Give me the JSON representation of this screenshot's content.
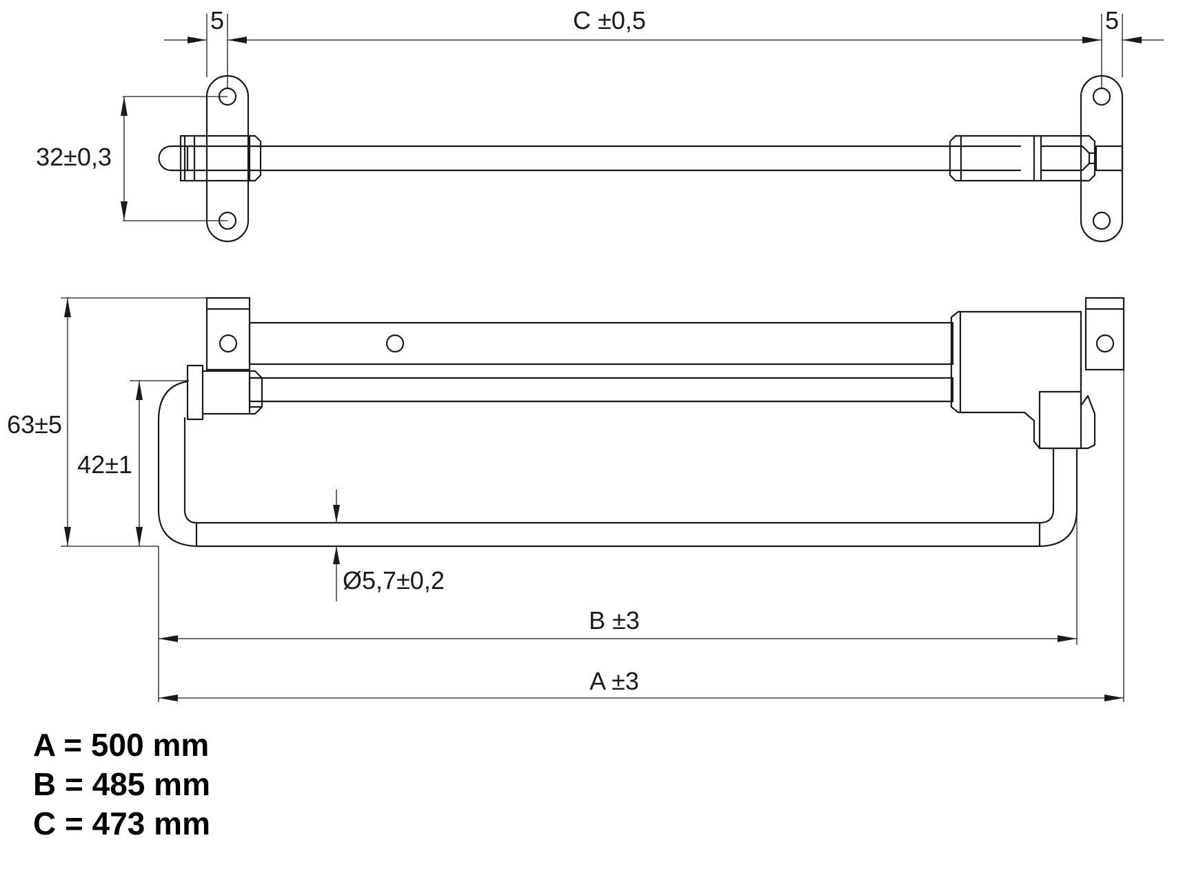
{
  "top_view": {
    "dim_left_offset": "5",
    "dim_right_offset": "5",
    "dim_c": "C ±0,5",
    "dim_hole_spacing": "32±0,3"
  },
  "side_view": {
    "dim_total_height": "63±5",
    "dim_rail_height": "42±1",
    "dim_rod_diameter": "Ø5,7±0,2",
    "dim_b": "B ±3",
    "dim_a": "A ±3"
  },
  "legend": [
    {
      "label": "A = 500 mm"
    },
    {
      "label": "B = 485 mm"
    },
    {
      "label": "C = 473 mm"
    }
  ]
}
